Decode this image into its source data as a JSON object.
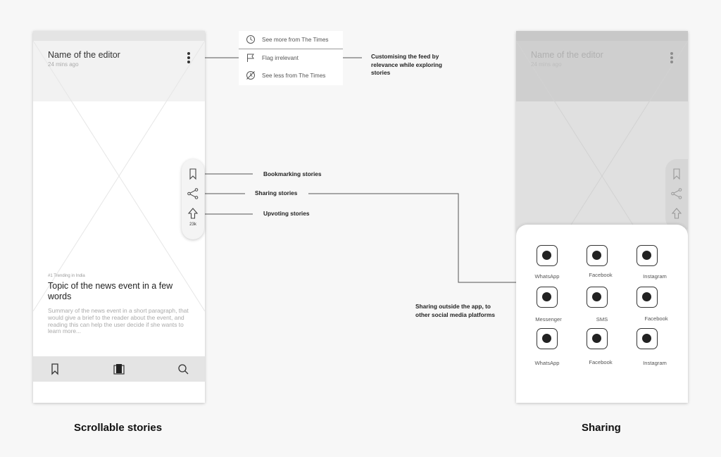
{
  "left_phone": {
    "editor_name": "Name of the editor",
    "timestamp": "24 mins ago",
    "trending_tag": "#1 Trending in India",
    "headline": "Topic of the news event in a few words",
    "summary": "Summary of the news event in a short paragraph, that would give a brief to the reader about the event, and reading this can help the user decide if she wants to learn more...",
    "upvote_count": "23k",
    "tabbar_icons": [
      "bookmark-icon",
      "stories-icon",
      "search-icon"
    ],
    "pill_icons": [
      "bookmark-icon",
      "share-icon",
      "upvote-arrow-icon"
    ]
  },
  "menu": {
    "items": [
      {
        "label": "See more from The Times",
        "icon": "clock-icon"
      },
      {
        "label": "Flag irrelevant",
        "icon": "flag-icon"
      },
      {
        "label": "See less from The Times",
        "icon": "no-clock-icon"
      }
    ]
  },
  "annotations": {
    "customising": "Customising the feed by relevance while exploring stories",
    "bookmarking": "Bookmarking stories",
    "sharing": "Sharing stories",
    "upvoting": "Upvoting stories",
    "sharing_outside": "Sharing outside the app, to other social media platforms"
  },
  "right_phone": {
    "editor_name": "Name of the editor",
    "timestamp": "24 mins ago",
    "share_targets": [
      "WhatsApp",
      "Facebook",
      "Instagram",
      "Messenger",
      "SMS",
      "Facebook",
      "WhatsApp",
      "Facebook",
      "Instagram"
    ]
  },
  "captions": {
    "left": "Scrollable stories",
    "right": "Sharing"
  },
  "colors": {
    "background": "#f7f7f7",
    "bar_gray": "#e4e4e4",
    "line": "#555555"
  }
}
